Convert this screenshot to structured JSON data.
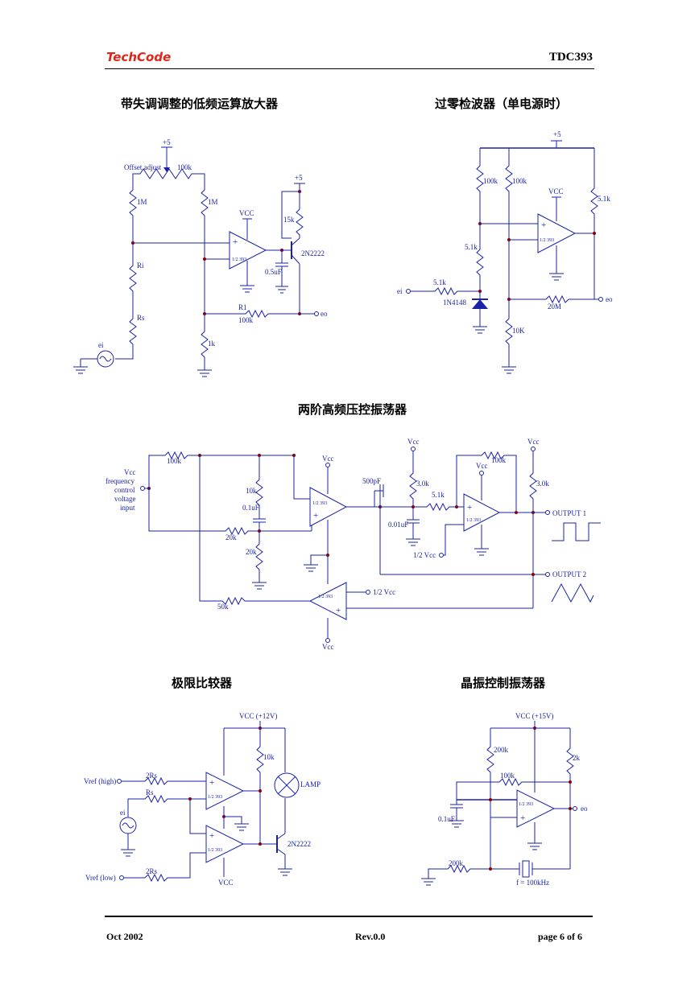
{
  "header": {
    "logo": "TechCode",
    "part_number": "TDC393"
  },
  "footer": {
    "date": "Oct 2002",
    "revision": "Rev.0.0",
    "page": "page 6 of 6"
  },
  "sections": {
    "s1": "带失调调整的低频运算放大器",
    "s2": "过零检波器（单电源时）",
    "s3": "两阶高频压控振荡器",
    "s4": "极限比较器",
    "s5": "晶振控制振荡器"
  },
  "c1": {
    "plus5a": "+5",
    "offset": "Offset adjust",
    "r100k": "100k",
    "r1m_a": "1M",
    "r1m_b": "1M",
    "vcc": "VCC",
    "plus5b": "+5",
    "r15k": "15k",
    "opamp": "1/2 393",
    "q": "2N2222",
    "cap": "0.5uF",
    "ri": "Ri",
    "rs": "Rs",
    "r1": "R1",
    "r1v": "100k",
    "eo": "eo",
    "ei": "ei",
    "r1k": "1k"
  },
  "c2": {
    "plus5": "+5",
    "r100k_a": "100k",
    "r100k_b": "100k",
    "vcc": "VCC",
    "r51k_a": "5.1k",
    "r51k_b": "5.1k",
    "r51k_c": "5.1k",
    "opamp": "1/2 393",
    "ei": "ei",
    "diode": "1N4148",
    "r20m": "20M",
    "eo": "eo",
    "r10k": "10K"
  },
  "c3": {
    "in1": "Vcc",
    "in2": "frequency",
    "in3": "control",
    "in4": "voltage",
    "in5": "input",
    "r100k_a": "100k",
    "r10k": "10k",
    "c01": "0.1uF",
    "r20k_a": "20k",
    "r20k_b": "20k",
    "vcc_a": "Vcc",
    "opamp_a": "1/2 393",
    "c500": "500pF",
    "vcc_b": "Vcc",
    "r3k_a": "3.0k",
    "r51k": "5.1k",
    "vcc_c": "Vcc",
    "r100k_b": "100k",
    "vcc_d": "Vcc",
    "r3k_b": "3.0k",
    "opamp_b": "1/2 393",
    "c001": "0.01uF",
    "halfvcc_a": "1/2 Vcc",
    "out1": "OUTPUT 1",
    "out2": "OUTPUT 2",
    "opamp_c": "1/2 393",
    "halfvcc_b": "1/2 Vcc",
    "r50k": "50k",
    "vcc_e": "Vcc"
  },
  "c4": {
    "vcc12": "VCC (+12V)",
    "r10k": "10k",
    "lamp": "LAMP",
    "r2rs_a": "2Rs",
    "rs": "Rs",
    "vrefh": "Vref (high)",
    "ei": "ei",
    "opamp_a": "1/2 393",
    "opamp_b": "1/2 393",
    "q": "2N2222",
    "r2rs_b": "2Rs",
    "vrefl": "Vref (low)",
    "vcc": "VCC"
  },
  "c5": {
    "vcc15": "VCC (+15V)",
    "r200k_a": "200k",
    "r2k": "2k",
    "r100k": "100k",
    "opamp": "1/2 393",
    "c01": "0.1uF",
    "eo": "eo",
    "r200k_b": "200k",
    "freq": "f = 100kHz"
  }
}
